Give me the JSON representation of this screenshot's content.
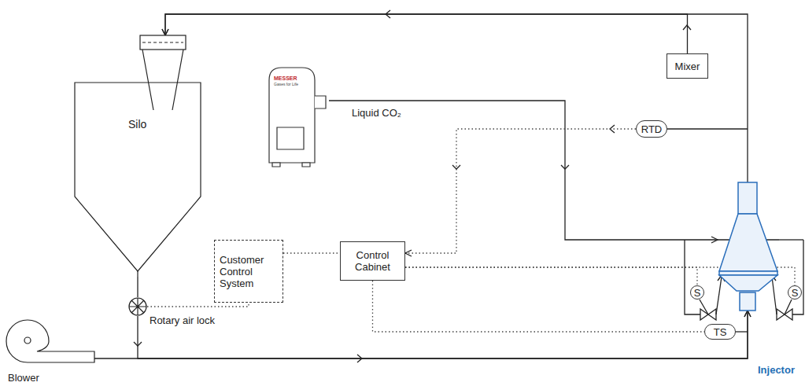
{
  "diagram": {
    "nodes": [
      {
        "text": [
          "Silo"
        ]
      },
      {
        "text": [
          "MESSER",
          "Gases for Life"
        ]
      },
      {
        "text": [
          "Mixer"
        ]
      },
      {
        "text": [
          "RTD"
        ]
      },
      {
        "text": [
          "Customer Control System"
        ]
      },
      {
        "text": [
          "Control Cabinet"
        ]
      },
      {
        "text": [
          "S"
        ]
      },
      {
        "text": [
          "S"
        ]
      },
      {
        "text": [
          "TS"
        ]
      },
      {
        "text": [
          "Rotary air lock"
        ]
      },
      {
        "text": [
          "Blower"
        ]
      },
      {
        "text": [
          "Injector"
        ]
      }
    ],
    "edges": [
      {
        "from": 11,
        "to": 0,
        "arrow": "to"
      },
      {
        "from": 2,
        "to": 0,
        "arrow": "to"
      },
      {
        "from": 1,
        "to": 11,
        "arrow": "to",
        "label": "Liquid CO₂"
      },
      {
        "from": 0,
        "to": 9,
        "arrow": "none"
      },
      {
        "from": 9,
        "to": 11,
        "arrow": "to"
      },
      {
        "from": 10,
        "to": 11,
        "arrow": "to"
      },
      {
        "from": 3,
        "to": 5,
        "arrow": "to"
      },
      {
        "from": 4,
        "to": 5,
        "arrow": "none"
      },
      {
        "from": 9,
        "to": 4,
        "arrow": "none"
      },
      {
        "from": 5,
        "to": 6,
        "arrow": "none"
      },
      {
        "from": 5,
        "to": 7,
        "arrow": "none"
      },
      {
        "from": 5,
        "to": 8,
        "arrow": "none"
      }
    ]
  }
}
